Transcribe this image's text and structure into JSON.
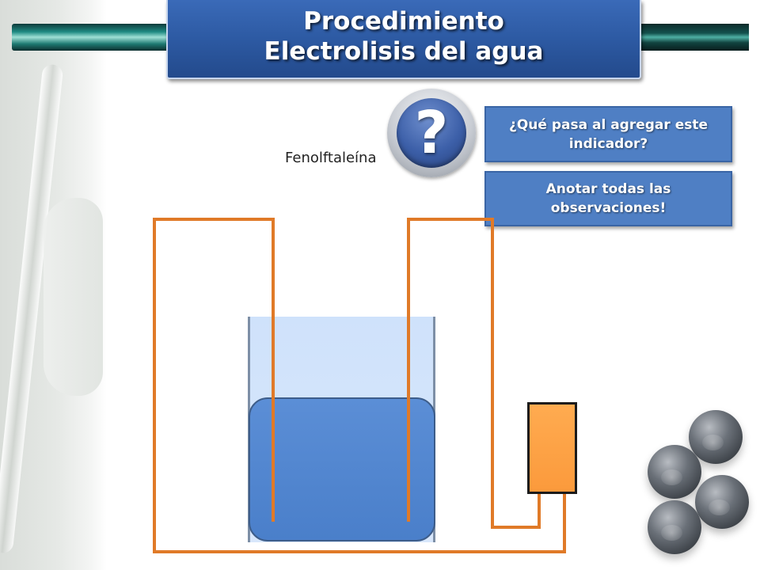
{
  "title": {
    "line1": "Procedimiento",
    "line2": "Electrolisis del agua"
  },
  "indicator_label": "Fenolftaleína",
  "question_icon": {
    "glyph": "?",
    "icon": "question-icon"
  },
  "callouts": [
    {
      "text": "¿Qué pasa al agregar este indicador?"
    },
    {
      "text": "Anotar todas las observaciones!"
    }
  ],
  "colors": {
    "title_background": "#2d5aa3",
    "callout_background": "#4f7fc4",
    "wire": "#e07a28",
    "liquid": "#4a7fca",
    "battery": "#fb9a3c"
  }
}
